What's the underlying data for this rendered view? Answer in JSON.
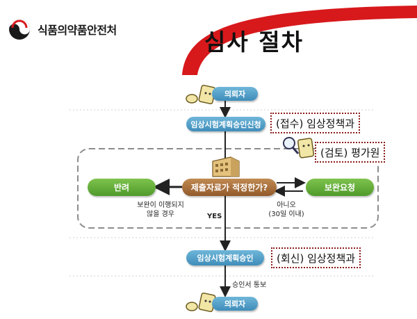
{
  "header": {
    "org_name": "식품의약품안전처",
    "slide_title": "심사 절차"
  },
  "flow": {
    "applicant_top": "의뢰자",
    "application": "임상시험계획승인신청",
    "decision": "제출자료가 적정한가?",
    "reject": "반려",
    "supplement": "보완요청",
    "approval": "임상시험계획승인",
    "applicant_bottom": "의뢰자"
  },
  "notes": {
    "reject_condition_line1": "보완이 이행되지",
    "reject_condition_line2": "않을 경우",
    "no_line1": "아니오",
    "no_line2": "(30일 이내)",
    "yes": "YES",
    "notice": "승인서 통보"
  },
  "callouts": {
    "receipt": "(접수) 임상정책과",
    "review": "(검토) 평가원",
    "reply": "(회신) 임상정책과"
  },
  "colors": {
    "accent_red": "#d7191c",
    "flow_blue": "#4a9ac6",
    "flow_green": "#5aa733",
    "flow_brown": "#a56a36",
    "callout_border": "#8b1a1a"
  }
}
